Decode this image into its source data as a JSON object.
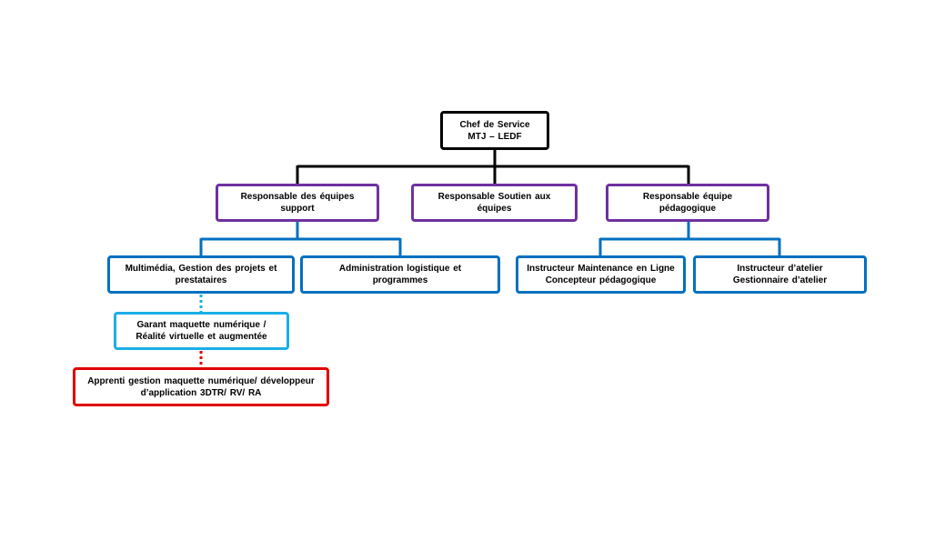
{
  "colors": {
    "level0": "#000000",
    "level1": "#7030a0",
    "level2": "#0070c0",
    "level3": "#1aafe6",
    "level4": "#e00000"
  },
  "nodes": {
    "chef": {
      "label": "Chef de Service\nMTJ – LEDF"
    },
    "resp_support": {
      "label": "Responsable  des équipes  support"
    },
    "resp_soutien": {
      "label": "Responsable  Soutien aux équipes"
    },
    "resp_peda": {
      "label": "Responsable  équipe  pédagogique"
    },
    "multimedia": {
      "label": "Multimédia,  Gestion  des  projets  et\nprestataires"
    },
    "admin": {
      "label": "Administration  logistique  et  programmes"
    },
    "instr_maint": {
      "label": "Instructeur  Maintenance  en  Ligne\nConcepteur  pédagogique"
    },
    "instr_atelier": {
      "label": "Instructeur  d’atelier\nGestionnaire  d’atelier"
    },
    "garant": {
      "label": "Garant  maquette  numérique  /\nRéalité  virtuelle  et  augmentée"
    },
    "apprenti": {
      "label": "Apprenti  gestion  maquette  numérique/  développeur\nd’application  3DTR/  RV/  RA"
    }
  }
}
